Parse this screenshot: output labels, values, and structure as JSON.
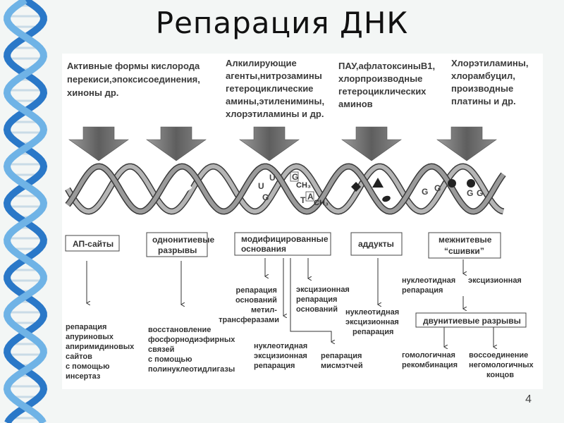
{
  "title": "Репарация ДНК",
  "page_number": "4",
  "colors": {
    "helix_blue": "#2a78c8",
    "helix_light": "#6fb3e6",
    "arrow_gray": "#6b6b6b",
    "text": "#333333"
  },
  "agents": [
    {
      "lines": [
        "Активные формы кислорода",
        "перекиси,эпоксисоединения,",
        "хиноны др."
      ]
    },
    {
      "lines": [
        "Алкилирующие",
        "агенты,нитрозамины",
        "гетероциклические",
        "амины,этиленимины,",
        "хлорэтиламины и др."
      ]
    },
    {
      "lines": [
        "ПАУ,афлатоксиныВ1,",
        "хлорпроизводные",
        "гетероциклических",
        "аминов"
      ]
    },
    {
      "lines": [
        "Хлорэтиламины,",
        "хлорамбуцил,",
        "производные",
        "платины и др."
      ]
    }
  ],
  "damage_marks": {
    "u1": "U",
    "g1": "G",
    "u2": "U",
    "g2": "G",
    "ch3a": "CH₃",
    "t1": "T",
    "a1": "A",
    "ch3b": "CH₃",
    "g3": "G",
    "g4": "G",
    "g5": "G",
    "g6": "G"
  },
  "damage_boxes": [
    {
      "lines": [
        "АП-сайты"
      ]
    },
    {
      "lines": [
        "однонитиевые",
        "разрывы"
      ]
    },
    {
      "lines": [
        "модифицированные",
        "основания"
      ]
    },
    {
      "lines": [
        "аддукты"
      ]
    },
    {
      "lines": [
        "межнитевые",
        "“сшивки”"
      ]
    }
  ],
  "repairs": {
    "ap": [
      "репарация",
      "апуриновых",
      "апиримидиновых",
      "сайтов",
      "с помощью",
      "инсертаз"
    ],
    "ss": [
      "восстановление",
      "фосфорнодиэфирных",
      "связей",
      "с помощью",
      "полинуклеотидлигазы"
    ],
    "mod_base": [
      "репарация",
      "оснований",
      "метил-",
      "трансферазами"
    ],
    "mod_exc": [
      "эксцизионная",
      "репарация",
      "оснований"
    ],
    "mod_nuc": [
      "нуклеотидная",
      "эксцизионная",
      "репарация"
    ],
    "mod_mis": [
      "репарация",
      "мисмэтчей"
    ],
    "add": [
      "нуклеотидная",
      "эксцизионная",
      "репарация"
    ],
    "cross_nuc": [
      "нуклеотидная",
      "репарация"
    ],
    "cross_exc": "эксцизионная",
    "ds_box": "двунитиевые разрывы",
    "hom": [
      "гомологичная",
      "рекомбинация"
    ],
    "nonhom": [
      "воссоединение",
      "негомологичных",
      "концов"
    ]
  }
}
